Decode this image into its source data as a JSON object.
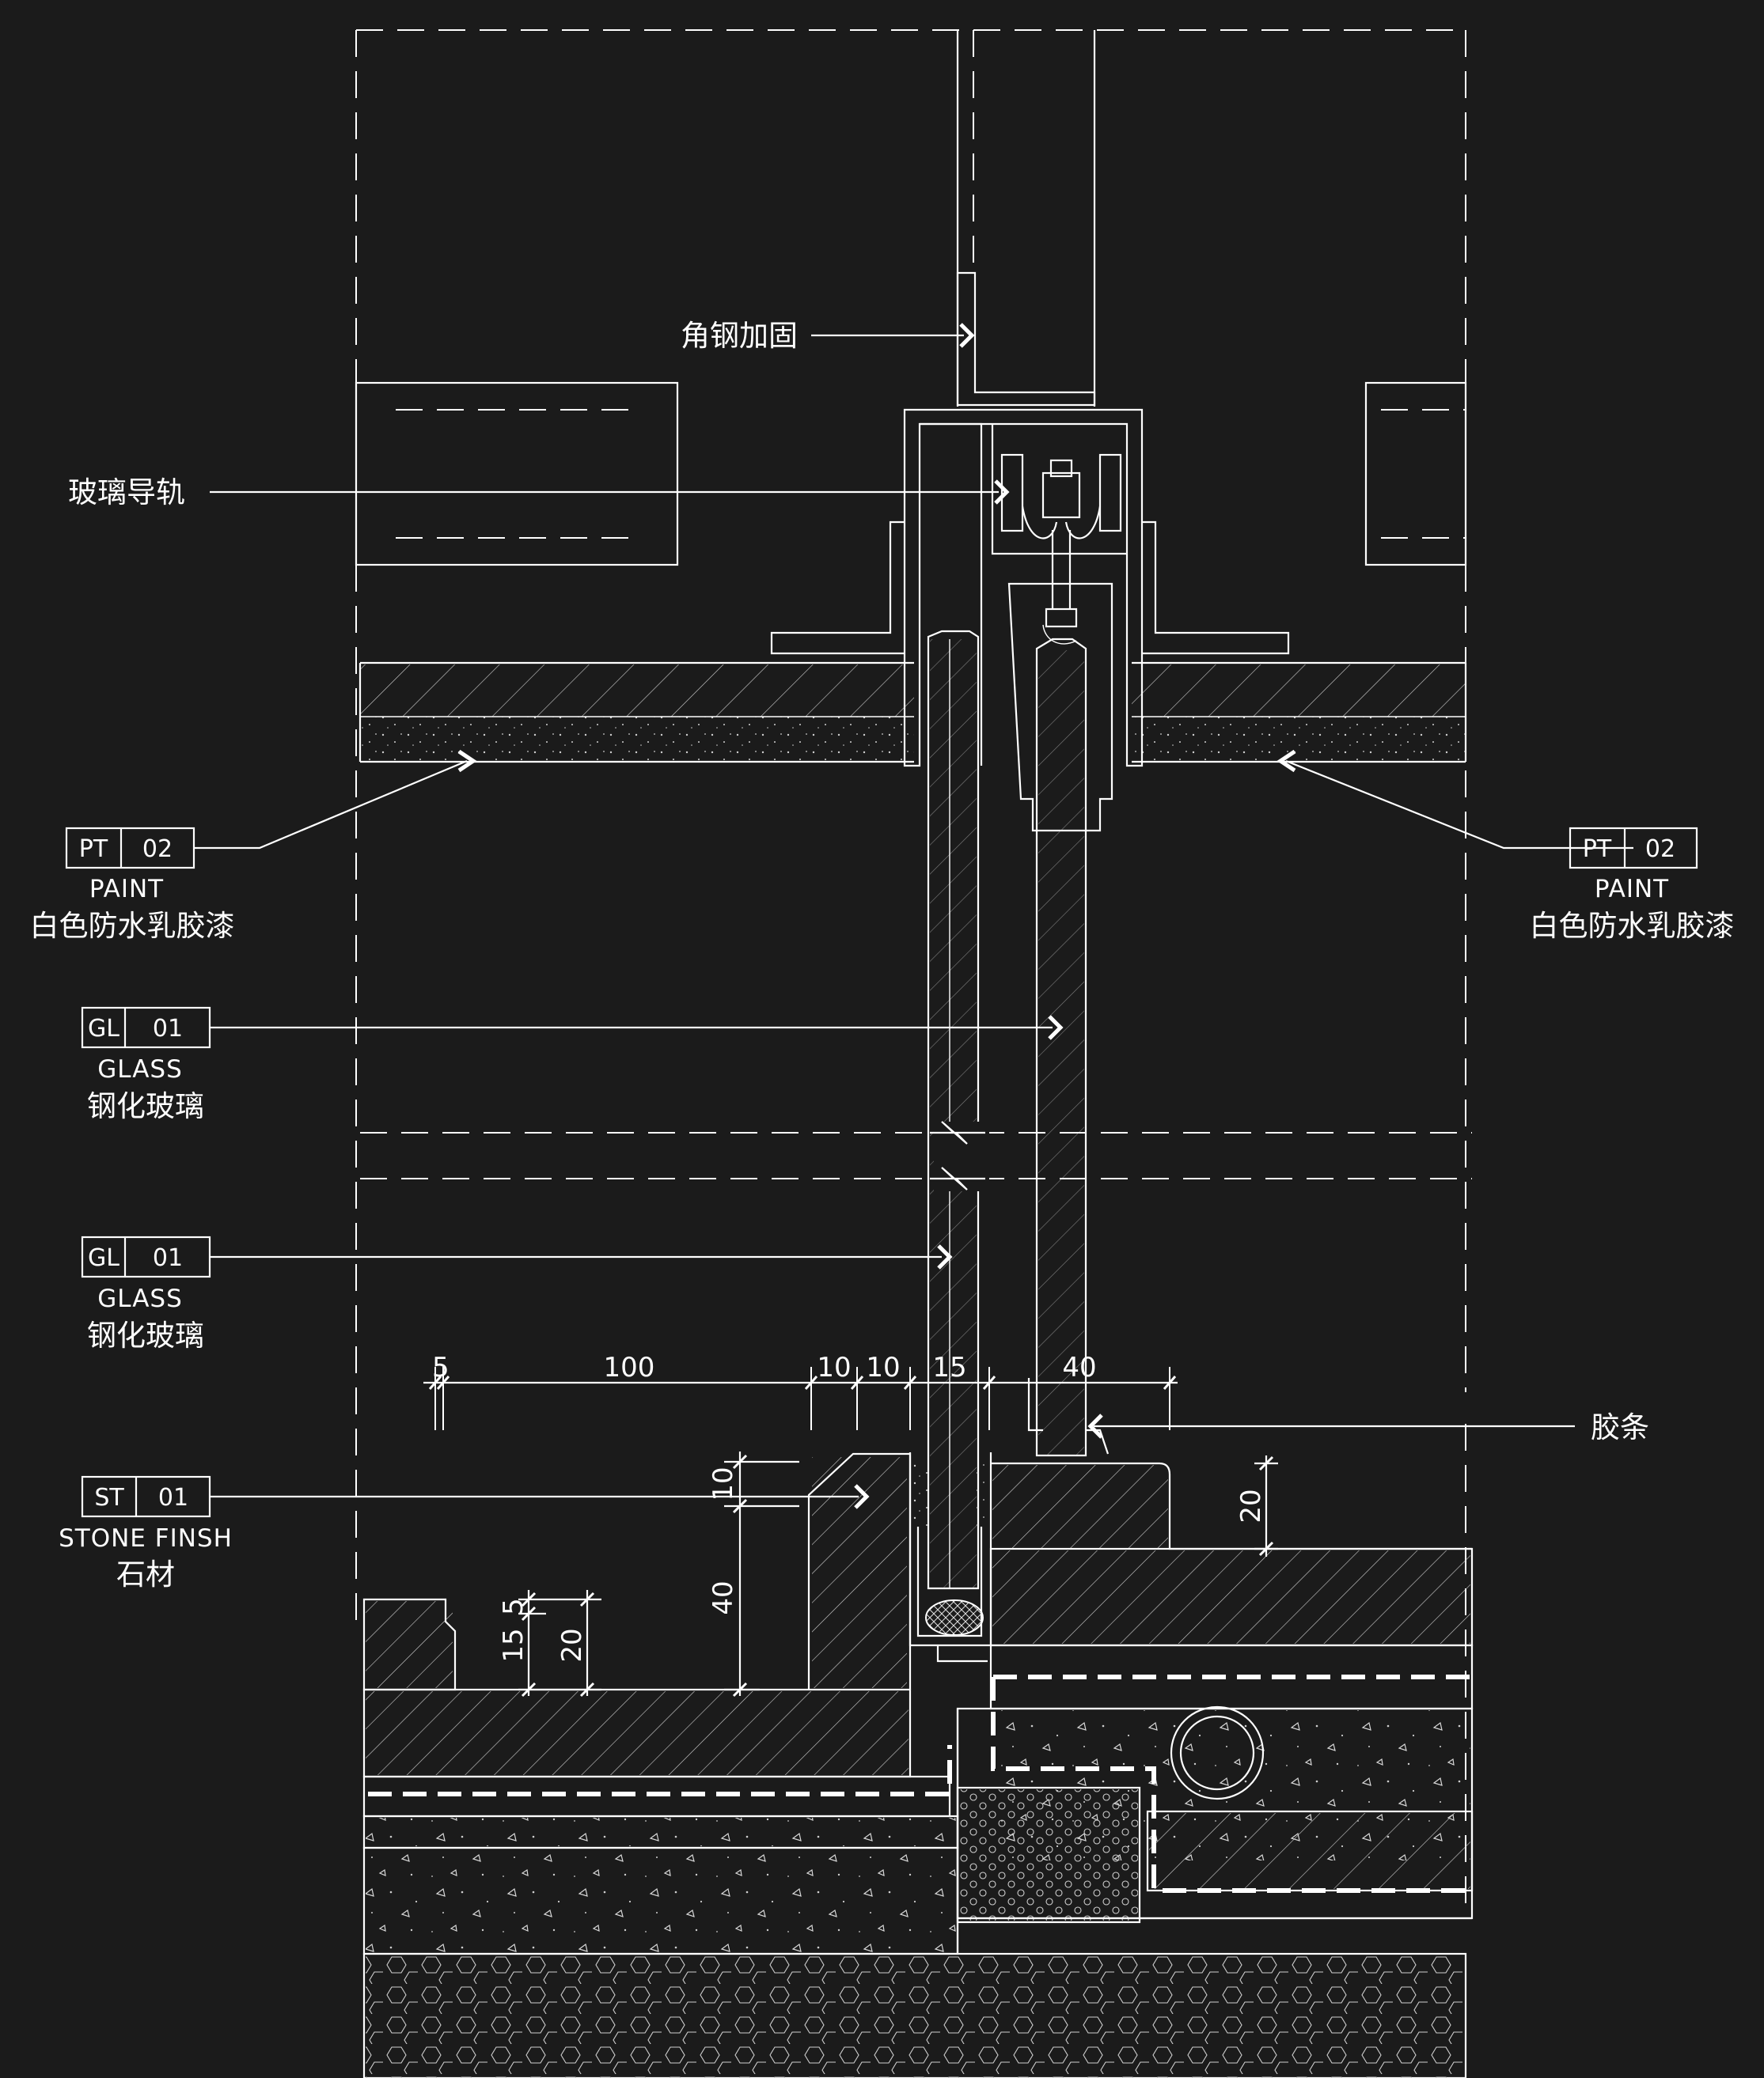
{
  "labels": {
    "angle_steel": "角钢加固",
    "glass_rail": "玻璃导轨",
    "gasket": "胶条"
  },
  "tags": [
    {
      "code": "PT",
      "num": "02",
      "en": "PAINT",
      "cn": "白色防水乳胶漆"
    },
    {
      "code": "PT",
      "num": "02",
      "en": "PAINT",
      "cn": "白色防水乳胶漆"
    },
    {
      "code": "GL",
      "num": "01",
      "en": "GLASS",
      "cn": "钢化玻璃"
    },
    {
      "code": "GL",
      "num": "01",
      "en": "GLASS",
      "cn": "钢化玻璃"
    },
    {
      "code": "ST",
      "num": "01",
      "en": "STONE FINSH",
      "cn": "石材"
    }
  ],
  "dimensions": {
    "horizontal": [
      "5",
      "100",
      "10",
      "10",
      "15",
      "40"
    ],
    "vertical": [
      "10",
      "40",
      "15",
      "5",
      "20",
      "20"
    ]
  }
}
